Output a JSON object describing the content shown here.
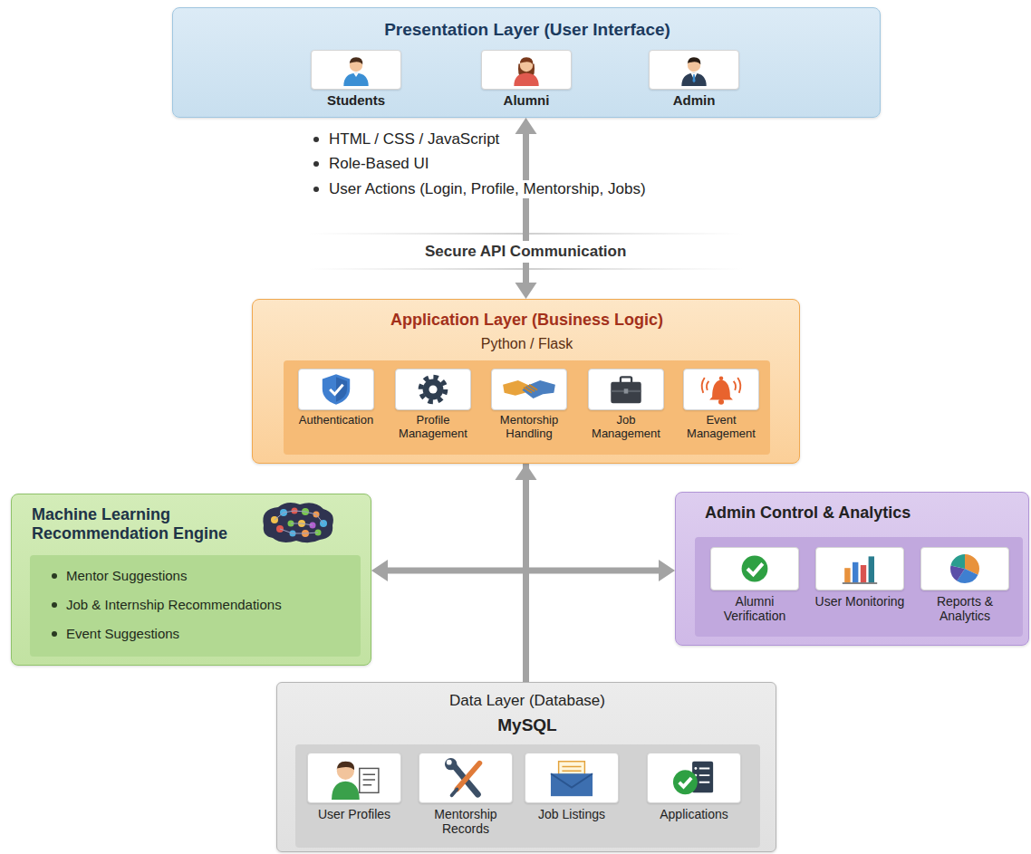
{
  "diagram": {
    "nodes": [
      {
        "text": [
          "Presentation Layer (User Interface)"
        ]
      },
      {
        "text": [
          "Students"
        ],
        "in": 0
      },
      {
        "text": [
          "Alumni"
        ],
        "in": 0
      },
      {
        "text": [
          "Admin"
        ],
        "in": 0
      },
      {
        "text": [
          "Application Layer (Business Logic)",
          "Python / Flask"
        ]
      },
      {
        "text": [
          "Authentication"
        ],
        "in": 4
      },
      {
        "text": [
          "Profile Management"
        ],
        "in": 4
      },
      {
        "text": [
          "Mentorship Handling"
        ],
        "in": 4
      },
      {
        "text": [
          "Job Management"
        ],
        "in": 4
      },
      {
        "text": [
          "Event Management"
        ],
        "in": 4
      },
      {
        "text": [
          "Machine Learning Recommendation Engine"
        ]
      },
      {
        "text": [
          "Mentor Suggestions",
          "Job & Internship Recommendations",
          "Event Suggestions"
        ],
        "in": 10
      },
      {
        "text": [
          "Admin Control & Analytics"
        ]
      },
      {
        "text": [
          "Alumni Verification"
        ],
        "in": 12
      },
      {
        "text": [
          "User Monitoring"
        ],
        "in": 12
      },
      {
        "text": [
          "Reports & Analytics"
        ],
        "in": 12
      },
      {
        "text": [
          "Data Layer (Database)",
          "MySQL"
        ]
      },
      {
        "text": [
          "User Profiles"
        ],
        "in": 16
      },
      {
        "text": [
          "Mentorship Records"
        ],
        "in": 16
      },
      {
        "text": [
          "Job Listings"
        ],
        "in": 16
      },
      {
        "text": [
          "Applications"
        ],
        "in": 16
      }
    ],
    "edges": [
      {
        "from": 4,
        "to": 0,
        "arrow": "both",
        "label": "Secure API Communication"
      },
      {
        "from": 16,
        "to": 4,
        "arrow": "to"
      },
      {
        "from": 4,
        "to": 10,
        "arrow": "to"
      },
      {
        "from": 4,
        "to": 12,
        "arrow": "to"
      }
    ],
    "labels": [
      "HTML / CSS / JavaScript",
      "Role-Based UI",
      "User Actions (Login, Profile, Mentorship, Jobs)"
    ]
  }
}
